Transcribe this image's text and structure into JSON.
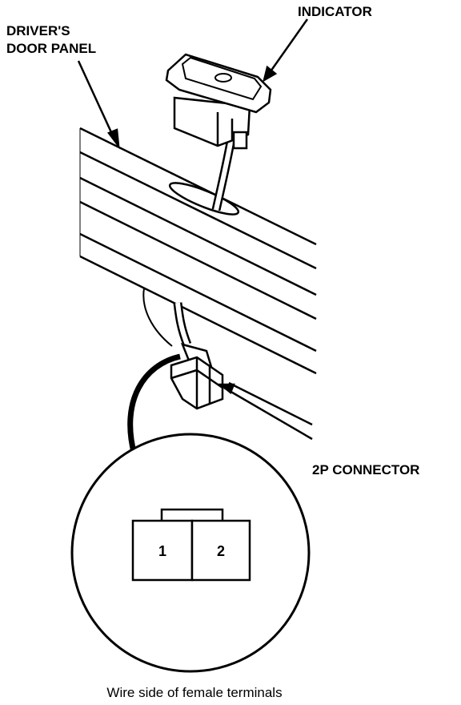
{
  "labels": {
    "door_panel_line1": "DRIVER'S",
    "door_panel_line2": "DOOR PANEL",
    "indicator": "INDICATOR",
    "connector": "2P CONNECTOR"
  },
  "terminals": [
    "1",
    "2"
  ],
  "caption": "Wire side of female terminals",
  "colors": {
    "ink": "#000000",
    "background": "#ffffff"
  }
}
